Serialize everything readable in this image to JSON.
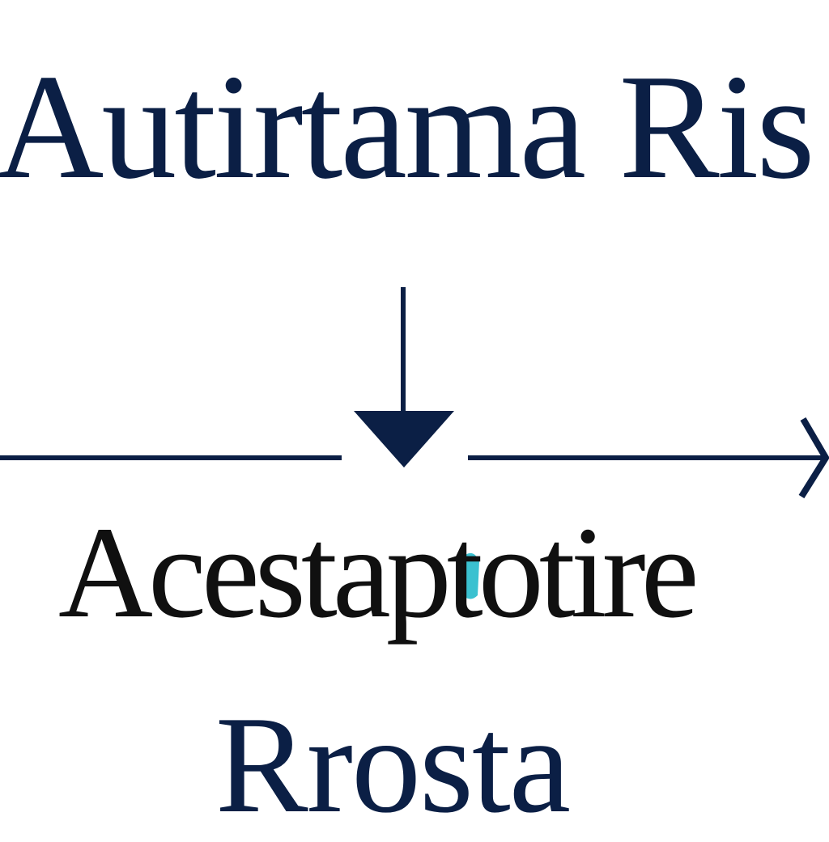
{
  "diagram": {
    "title_text": "Autirtama Ris",
    "middle_text": "Acestaptotire",
    "bottom_text": "Rrosta"
  },
  "colors": {
    "primary": "#0b1f45",
    "text_dark": "#101010",
    "accent": "#19b6c8",
    "background": "#ffffff"
  },
  "icons": {
    "down_arrow": "arrow-down-icon",
    "right_arrow": "arrow-right-icon"
  }
}
